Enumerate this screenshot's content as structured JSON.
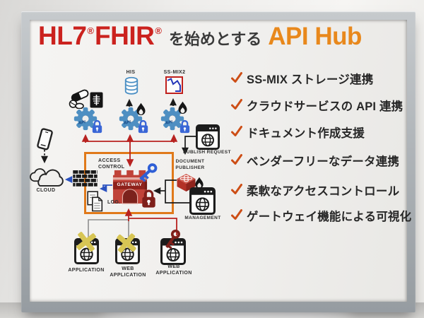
{
  "title": {
    "brand": "HL7",
    "reg": "®",
    "brand2": "FHIR",
    "middle": "を始めとする",
    "accent": "API Hub"
  },
  "checklist": {
    "check_glyph": "✔",
    "items": [
      {
        "label": "SS-MIX ストレージ連携"
      },
      {
        "label": "クラウドサービスの API 連携"
      },
      {
        "label": "ドキュメント作成支援"
      },
      {
        "label": "ベンダーフリーなデータ連携"
      },
      {
        "label": "柔軟なアクセスコントロール"
      },
      {
        "label": "ゲートウェイ機能による可視化"
      }
    ]
  },
  "diagram": {
    "sources": {
      "his": "HIS",
      "ssmix2": "SS-MIX2"
    },
    "api_label": "API",
    "access_control": {
      "line1": "ACCESS",
      "line2": "CONTROL"
    },
    "gateway_label": "GATEWAY",
    "log_label": "LOG.",
    "cloud_label": "CLOUD",
    "publish_request_label": "PUBLISH REQUEST",
    "document_publisher": {
      "line1": "DOCUMENT",
      "line2": "PUBLISHER"
    },
    "management_label": "MANAGEMENT",
    "apps": [
      {
        "line1": "APPLICATION",
        "line2": ""
      },
      {
        "line1": "WEB",
        "line2": "APPLICATION"
      },
      {
        "line1": "WEB",
        "line2": "APPLICATION"
      }
    ]
  },
  "colors": {
    "brand_red": "#cb221e",
    "accent_orange": "#e8881c",
    "check_orange": "#cd4e16",
    "gear_blue": "#4e8fc2",
    "lock_blue": "#3a66d6",
    "flame_black": "#161616",
    "access_box_orange": "#e0791a",
    "line_red": "#b82220",
    "gateway_red": "#c04339",
    "dark_red": "#7e1f1a",
    "blocked_yellow": "#d7c554"
  }
}
